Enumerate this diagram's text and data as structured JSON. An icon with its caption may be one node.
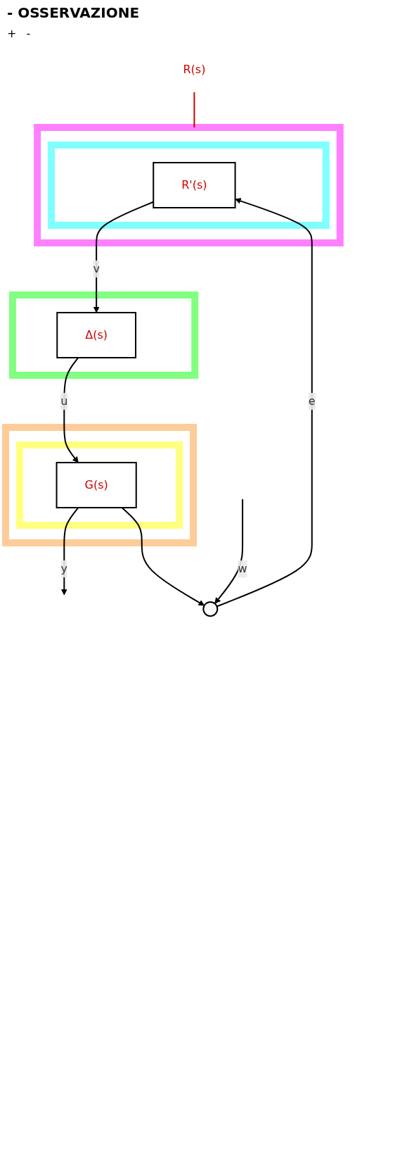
{
  "diagram": {
    "title": "- OSSERVAZIONE",
    "nodes": [
      {
        "text": [
          "R(s)"
        ]
      },
      {
        "text": [],
        "shape": "circle"
      },
      {
        "text": [],
        "shape": "box"
      },
      {
        "text": [],
        "shape": "box",
        "in": 2
      },
      {
        "text": [
          "R'(s)"
        ],
        "in": 3
      },
      {
        "text": [],
        "shape": "box"
      },
      {
        "text": [],
        "shape": "box"
      },
      {
        "text": [
          "Δ(s)"
        ],
        "in": 6
      },
      {
        "text": [],
        "shape": "box",
        "in": 5
      },
      {
        "text": [
          "G(s)"
        ],
        "in": 8
      }
    ],
    "edges": [
      {
        "from": null,
        "to": 1,
        "arrow": "to",
        "label": "w"
      },
      {
        "from": 1,
        "to": 4,
        "arrow": "to",
        "label": "e"
      },
      {
        "from": 4,
        "to": 7,
        "arrow": "to",
        "label": "v"
      },
      {
        "from": 7,
        "to": 9,
        "arrow": "to",
        "label": "u"
      },
      {
        "from": 9,
        "to": null,
        "arrow": "to",
        "label": "y"
      },
      {
        "from": 9,
        "to": 1,
        "arrow": "to"
      },
      {
        "from": 0,
        "to": 2,
        "arrow": "none",
        "color": "#cc0000"
      }
    ],
    "labels": [
      "+",
      "-"
    ]
  }
}
